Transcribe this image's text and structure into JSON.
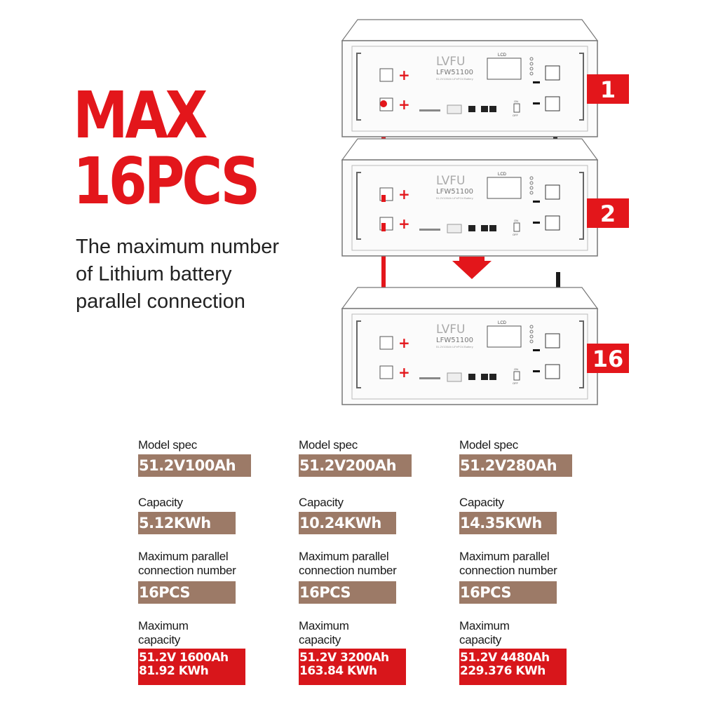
{
  "headline": {
    "line1": "MAX",
    "line2": "16PCS"
  },
  "description": "The maximum number of Lithium battery parallel connection",
  "battery_unit": {
    "brand": "LVFU",
    "model": "LFW51100",
    "subtitle": "51.2V100Ah LiFePO4 Battery",
    "lcd_label": "LCD",
    "switch_on": "ON",
    "switch_off": "OFF"
  },
  "unit_numbers": [
    "1",
    "2",
    "16"
  ],
  "colors": {
    "red": "#e3161b",
    "brown": "#9c7a67",
    "cable_black": "#1a1a1a"
  },
  "specs": [
    {
      "model_label": "Model spec",
      "model": "51.2V100Ah",
      "capacity_label": "Capacity",
      "capacity": "5.12KWh",
      "parallel_label": "Maximum parallel connection number",
      "parallel": "16PCS",
      "max_label": "Maximum capacity",
      "max_line1": "51.2V 1600Ah",
      "max_line2": "81.92 KWh"
    },
    {
      "model_label": "Model spec",
      "model": "51.2V200Ah",
      "capacity_label": "Capacity",
      "capacity": "10.24KWh",
      "parallel_label": "Maximum parallel connection number",
      "parallel": "16PCS",
      "max_label": "Maximum capacity",
      "max_line1": "51.2V 3200Ah",
      "max_line2": "163.84 KWh"
    },
    {
      "model_label": "Model spec",
      "model": "51.2V280Ah",
      "capacity_label": "Capacity",
      "capacity": "14.35KWh",
      "parallel_label": "Maximum parallel connection number",
      "parallel": "16PCS",
      "max_label": "Maximum capacity",
      "max_line1": "51.2V 4480Ah",
      "max_line2": "229.376 KWh"
    }
  ]
}
